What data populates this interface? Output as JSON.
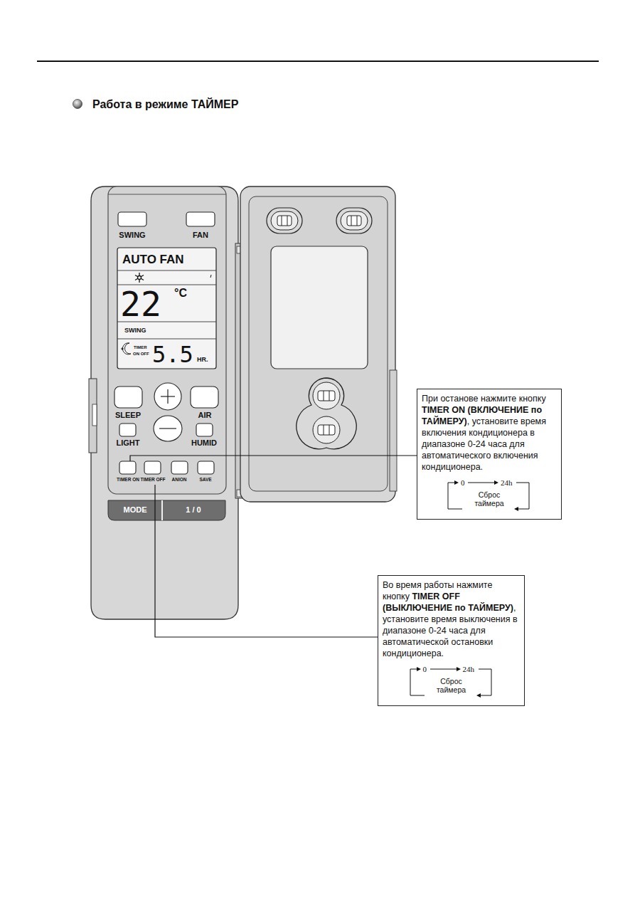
{
  "diagram": {
    "title": "Работа в режиме ТАЙМЕР",
    "nodes": [
      {
        "text": [
          "При останове нажмите кнопку",
          "TIMER ON (ВКЛЮЧЕНИЕ по ТАЙМЕРУ)",
          ", установите время включения кондиционера в диапазоне 0-24 часа для автоматического включения кондиционера.",
          "0",
          "24h",
          "Сброс таймера"
        ]
      },
      {
        "text": [
          "Во время работы нажмите кнопку",
          "TIMER OFF (ВЫКЛЮЧЕНИЕ по ТАЙМЕРУ)",
          ", установите время выключения в диапазоне 0-24 часа для автоматической остановки кондиционера.",
          "0",
          "24h",
          "Сброс таймера"
        ]
      }
    ],
    "labels": [
      "SWING",
      "FAN",
      "AUTO FAN",
      "22",
      "°C",
      "SWING",
      "TIMER",
      "ON OFF",
      "5.5",
      "HR.",
      "SLEEP",
      "AIR",
      "LIGHT",
      "HUMID",
      "TIMER ON",
      "TIMER OFF",
      "ANION",
      "SAVE",
      "MODE",
      "1 / 0"
    ]
  }
}
